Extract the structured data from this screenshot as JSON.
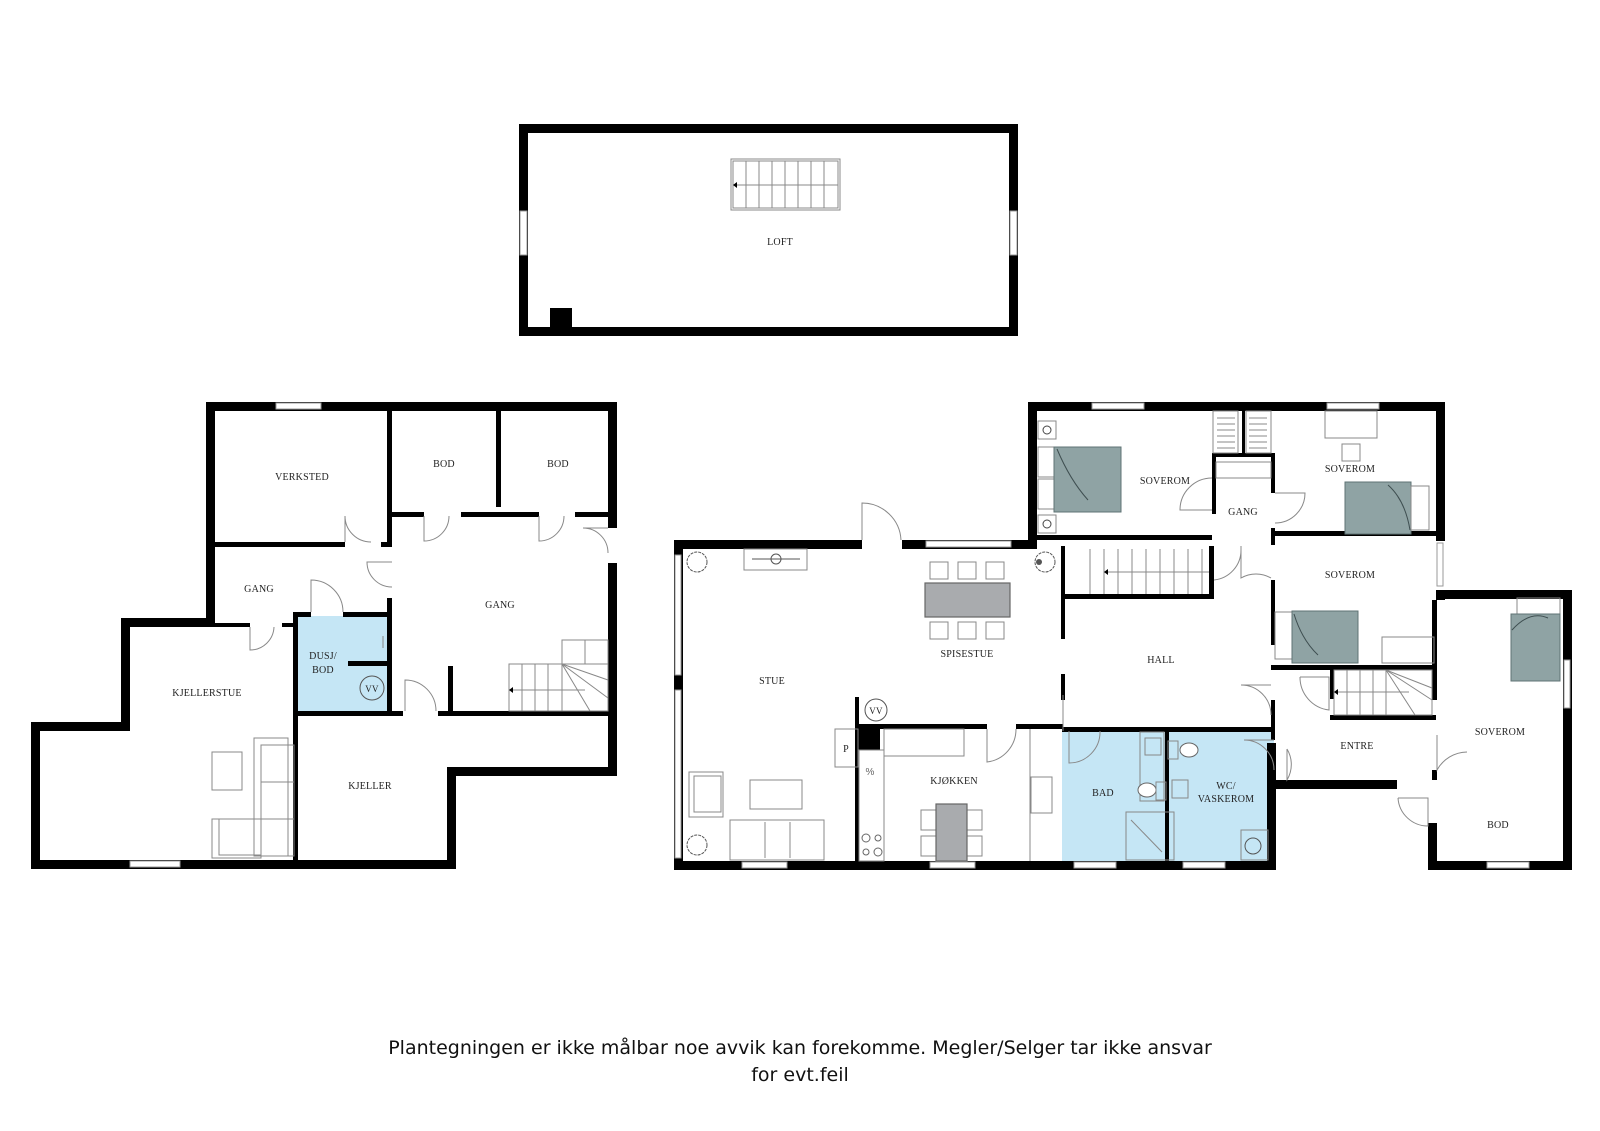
{
  "floors": {
    "loft": {
      "rooms": [
        {
          "id": "loft",
          "label": "LOFT"
        }
      ]
    },
    "basement": {
      "rooms": [
        {
          "id": "verksted",
          "label": "VERKSTED"
        },
        {
          "id": "bod1",
          "label": "BOD"
        },
        {
          "id": "bod2",
          "label": "BOD"
        },
        {
          "id": "gang1",
          "label": "GANG"
        },
        {
          "id": "gang2",
          "label": "GANG"
        },
        {
          "id": "dusj_line1",
          "label": "DUSJ/"
        },
        {
          "id": "dusj_line2",
          "label": "BOD"
        },
        {
          "id": "vv",
          "label": "VV"
        },
        {
          "id": "kjellerstue",
          "label": "KJELLERSTUE"
        },
        {
          "id": "kjeller",
          "label": "KJELLER"
        }
      ]
    },
    "ground": {
      "rooms": [
        {
          "id": "stue",
          "label": "STUE"
        },
        {
          "id": "spisestue",
          "label": "SPISESTUE"
        },
        {
          "id": "soverom1",
          "label": "SOVEROM"
        },
        {
          "id": "soverom2",
          "label": "SOVEROM"
        },
        {
          "id": "soverom3",
          "label": "SOVEROM"
        },
        {
          "id": "soverom4",
          "label": "SOVEROM"
        },
        {
          "id": "gang",
          "label": "GANG"
        },
        {
          "id": "hall",
          "label": "HALL"
        },
        {
          "id": "kjokken",
          "label": "KJØKKEN"
        },
        {
          "id": "bad",
          "label": "BAD"
        },
        {
          "id": "wc_line1",
          "label": "WC/"
        },
        {
          "id": "wc_line2",
          "label": "VASKEROM"
        },
        {
          "id": "entre",
          "label": "ENTRE"
        },
        {
          "id": "bod",
          "label": "BOD"
        },
        {
          "id": "vv",
          "label": "VV"
        },
        {
          "id": "p",
          "label": "P"
        }
      ]
    }
  },
  "colors": {
    "wall": "#000000",
    "wet_room": "#c5e6f5",
    "bed": "#8fa3a4",
    "table": "#a9abae"
  },
  "disclaimer": {
    "line1": "Plantegningen er ikke målbar noe avvik kan forekomme. Megler/Selger tar ikke ansvar",
    "line2": "for evt.feil"
  }
}
